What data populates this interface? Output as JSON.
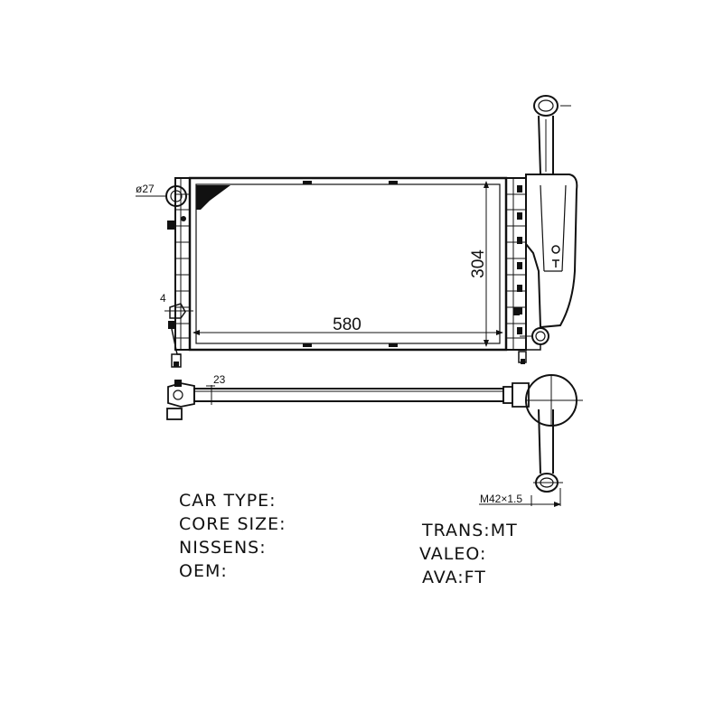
{
  "dimensions": {
    "width": "580",
    "height": "304",
    "inlet_diameter": "ø27",
    "pin": "4",
    "core_thickness": "23",
    "thread": "M42×1.5"
  },
  "specs": {
    "left": [
      "CAR TYPE:",
      "CORE SIZE:",
      "NISSENS:",
      "OEM:"
    ],
    "right": [
      "TRANS:MT",
      "VALEO:",
      "AVA:FT"
    ]
  }
}
